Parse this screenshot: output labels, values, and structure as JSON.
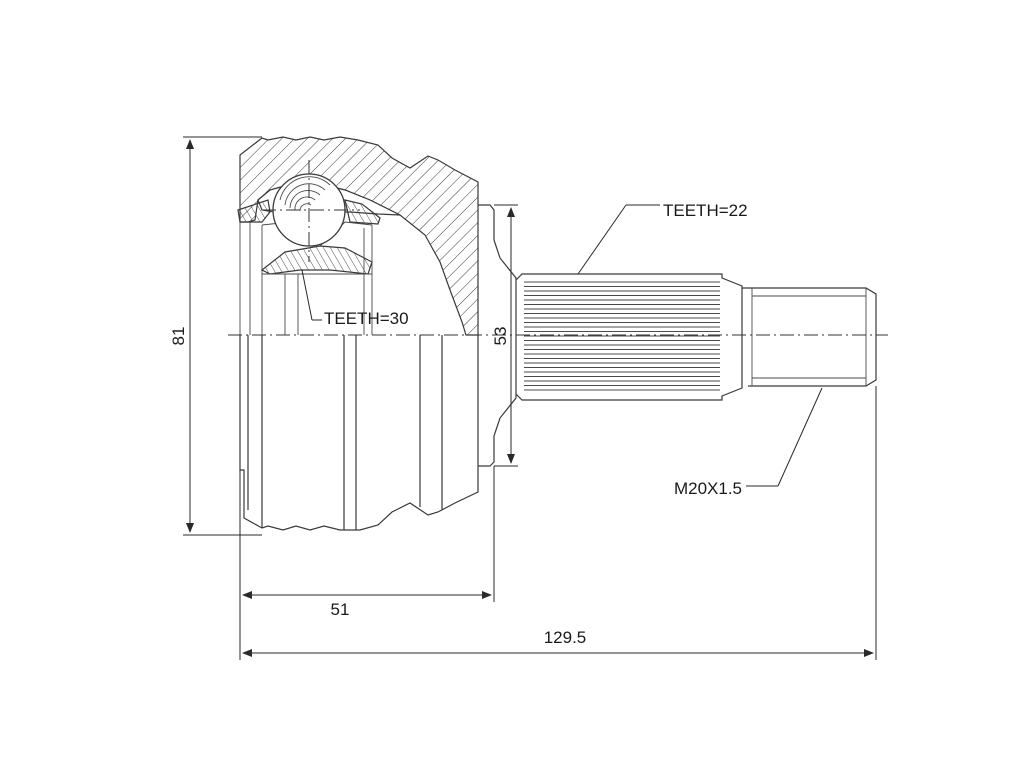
{
  "annotations": {
    "teeth_outer": "TEETH=22",
    "teeth_inner": "TEETH=30",
    "thread": "M20X1.5"
  },
  "dimensions": {
    "overall_diameter": "81",
    "shoulder_diameter": "53",
    "body_length": "51",
    "total_length": "129.5"
  }
}
